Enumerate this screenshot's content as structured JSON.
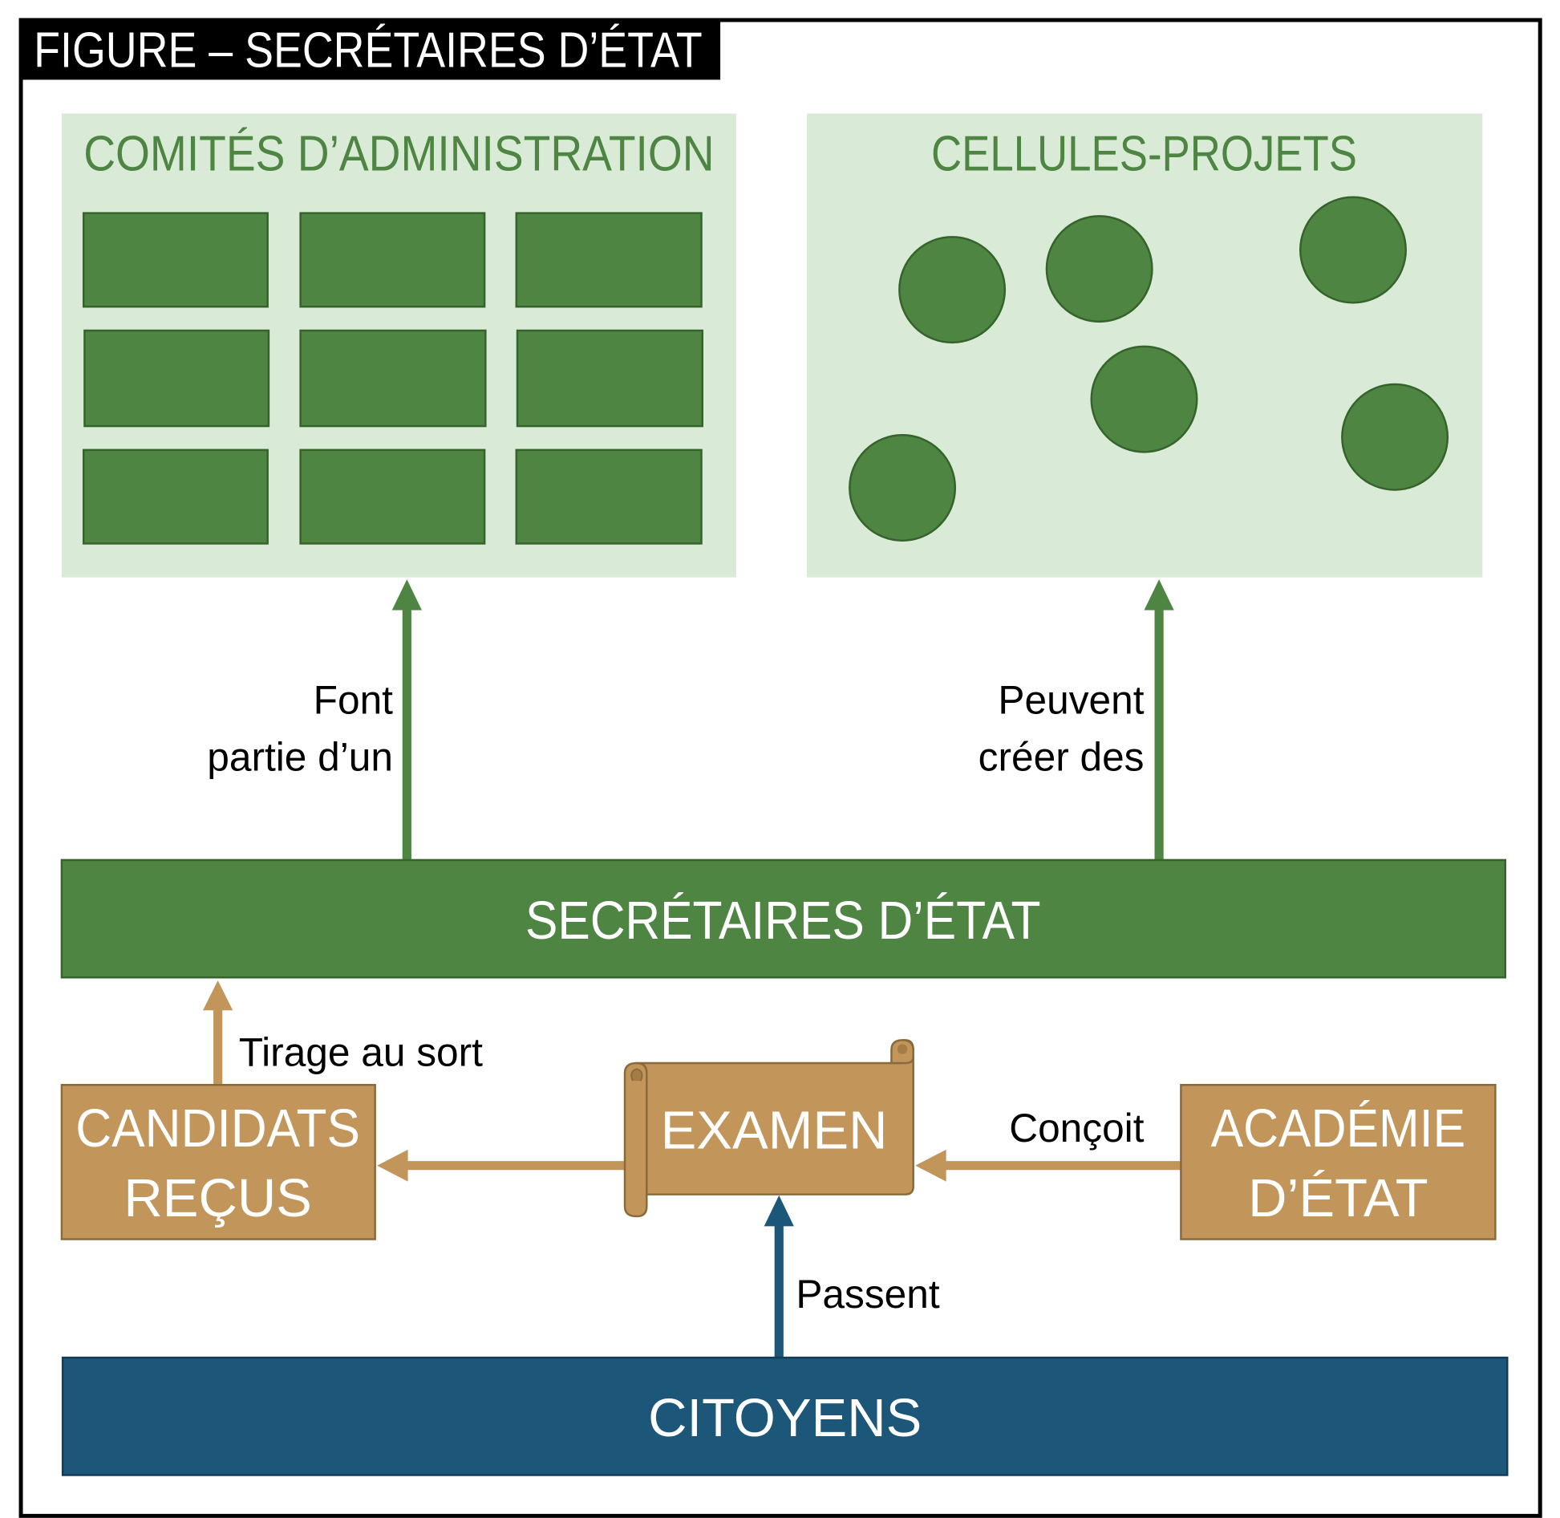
{
  "figure_title": "FIGURE – SECRÉTAIRES D’ÉTAT",
  "colors": {
    "green_dark": "#4e8542",
    "green_light": "#d9ead7",
    "tan": "#c2965a",
    "blue": "#1c5678",
    "black": "#000000"
  },
  "panels": {
    "committees": {
      "title": "COMITÉS D’ADMINISTRATION",
      "shape": "rectangles",
      "count": 9
    },
    "cells": {
      "title": "CELLULES-PROJETS",
      "shape": "circles",
      "count": 6
    }
  },
  "nodes": {
    "secretaires": "SECRÉTAIRES D’ÉTAT",
    "candidats_line1": "CANDIDATS",
    "candidats_line2": "REÇUS",
    "examen": "EXAMEN",
    "academie_line1": "ACADÉMIE",
    "academie_line2": "D’ÉTAT",
    "citoyens": "CITOYENS"
  },
  "edges": {
    "font_partie_line1": "Font",
    "font_partie_line2": "partie d’un",
    "peuvent_creer_line1": "Peuvent",
    "peuvent_creer_line2": "créer des",
    "tirage": "Tirage au sort",
    "concoit": "Conçoit",
    "passent": "Passent"
  }
}
